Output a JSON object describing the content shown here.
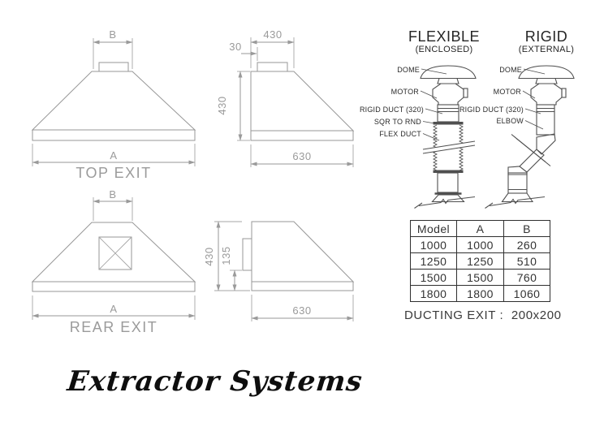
{
  "views": {
    "top_exit": {
      "label": "TOP EXIT",
      "dim_a": "A",
      "dim_b": "B"
    },
    "top_exit_side": {
      "dim_top_width": "430",
      "dim_offset": "30",
      "dim_height": "430",
      "dim_bottom_width": "630"
    },
    "rear_exit": {
      "label": "REAR EXIT",
      "dim_a": "A",
      "dim_b": "B"
    },
    "rear_exit_side": {
      "dim_height": "430",
      "dim_spigot": "135",
      "dim_bottom_width": "630"
    }
  },
  "ducting": {
    "flexible": {
      "title": "FLEXIBLE",
      "subtitle": "(ENCLOSED)",
      "labels": {
        "dome": "DOME",
        "motor": "MOTOR",
        "rigid_duct": "RIGID DUCT (320)",
        "sqr_to_rnd": "SQR TO RND",
        "flex_duct": "FLEX DUCT"
      }
    },
    "rigid": {
      "title": "RIGID",
      "subtitle": "(EXTERNAL)",
      "labels": {
        "dome": "DOME",
        "motor": "MOTOR",
        "rigid_duct": "RIGID DUCT (320)",
        "elbow": "ELBOW"
      }
    }
  },
  "size_table": {
    "headers": [
      "Model",
      "A",
      "B"
    ],
    "rows": [
      [
        "1000",
        "1000",
        "260"
      ],
      [
        "1250",
        "1250",
        "510"
      ],
      [
        "1500",
        "1500",
        "760"
      ],
      [
        "1800",
        "1800",
        "1060"
      ]
    ]
  },
  "ducting_exit_note": "DUCTING EXIT :  200x200",
  "signature": "Extractor Systems",
  "colors": {
    "drawing_line": "#979797",
    "dim_text": "#9a9a9a",
    "duct_line": "#4f4f4f",
    "ink": "#2b2b2b"
  }
}
